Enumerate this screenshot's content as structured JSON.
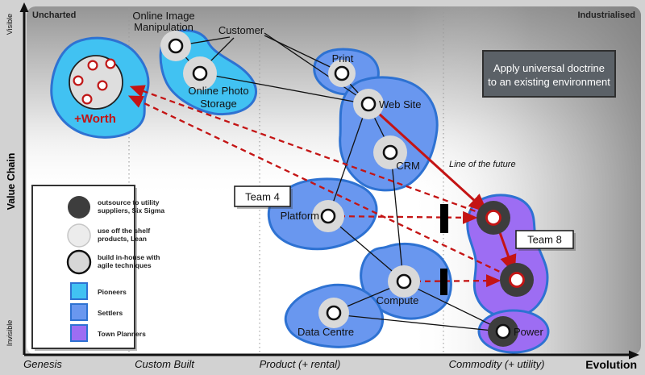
{
  "colors": {
    "pioneers": "#41c2f2",
    "settlers": "#6997ef",
    "town_planners": "#9d6df3",
    "blob_border": "#2e72d2",
    "red": "#c41414",
    "dark_node": "#3d3d3d",
    "halo": "#d9d9d9",
    "doctrine_bg": "#5b6167",
    "doctrine_border": "#2f2f2f"
  },
  "corners": {
    "top_left": "Uncharted",
    "top_right": "Industrialised"
  },
  "axes": {
    "y_title": "Value Chain",
    "y_top": "Visible",
    "y_bottom": "Invisible",
    "x_title": "Evolution",
    "stages": [
      "Genesis",
      "Custom Built",
      "Product (+ rental)",
      "Commodity (+ utility)"
    ]
  },
  "doctrine": {
    "line1": "Apply universal doctrine",
    "line2": "to an existing environment"
  },
  "annotations": {
    "line_of_future": "Line of the future",
    "team4": "Team 4",
    "team8": "Team 8",
    "worth": "+Worth"
  },
  "nodes": {
    "online_image_manipulation": {
      "line1": "Online Image",
      "line2": "Manipulation"
    },
    "customer": {
      "label": "Customer"
    },
    "online_photo_storage": {
      "line1": "Online Photo",
      "line2": "Storage"
    },
    "print": {
      "label": "Print"
    },
    "web_site": {
      "label": "Web Site"
    },
    "crm": {
      "label": "CRM"
    },
    "platform": {
      "label": "Platform"
    },
    "compute": {
      "label": "Compute"
    },
    "data_centre": {
      "label": "Data Centre"
    },
    "power": {
      "label": "Power"
    }
  },
  "legend": {
    "items": [
      {
        "icon": "dark-circle",
        "line1": "outsource to utility",
        "line2": "suppliers, Six Sigma"
      },
      {
        "icon": "light-circle",
        "line1": "use off the shelf",
        "line2": "products, Lean"
      },
      {
        "icon": "outline-circle",
        "line1": "build in-house with",
        "line2": "agile techniques"
      },
      {
        "icon": "cyan-square",
        "line1": "Pioneers",
        "line2": ""
      },
      {
        "icon": "blue-square",
        "line1": "Settlers",
        "line2": ""
      },
      {
        "icon": "purple-square",
        "line1": "Town Planners",
        "line2": ""
      }
    ]
  }
}
